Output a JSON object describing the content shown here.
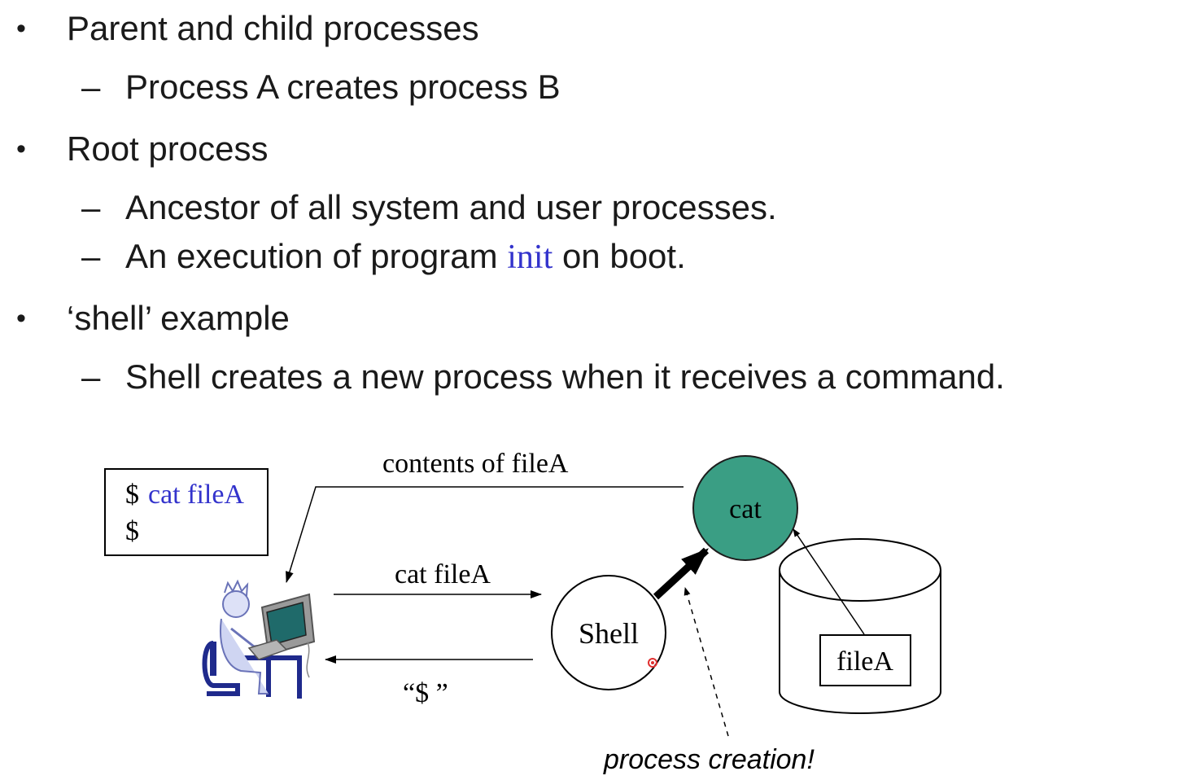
{
  "bullets": [
    {
      "text": "Parent and child processes",
      "subs": [
        {
          "text": "Process A creates process B"
        }
      ]
    },
    {
      "text": "Root process",
      "subs": [
        {
          "text": "Ancestor of all system and user processes."
        },
        {
          "pre": "An execution of program ",
          "highlight": "init",
          "post": " on boot."
        }
      ]
    },
    {
      "text": "‘shell’ example",
      "subs": [
        {
          "text": "Shell creates a new process when it receives a command."
        }
      ]
    }
  ],
  "bullet_symbol": "•",
  "sub_symbol": "–",
  "diagram": {
    "terminal": {
      "prompt1": "$",
      "command": "cat fileA",
      "prompt2": "$"
    },
    "label_contents": "contents of fileA",
    "label_command": "cat fileA",
    "label_prompt": "“$ ”",
    "shell_label": "Shell",
    "cat_label": "cat",
    "file_label": "fileA",
    "process_creation": "process creation!",
    "colors": {
      "cat_fill": "#3a9e84",
      "command_blue": "#3333cc",
      "user_figure": "#1f2a8c"
    },
    "icons": [
      "user-at-computer-icon"
    ]
  }
}
